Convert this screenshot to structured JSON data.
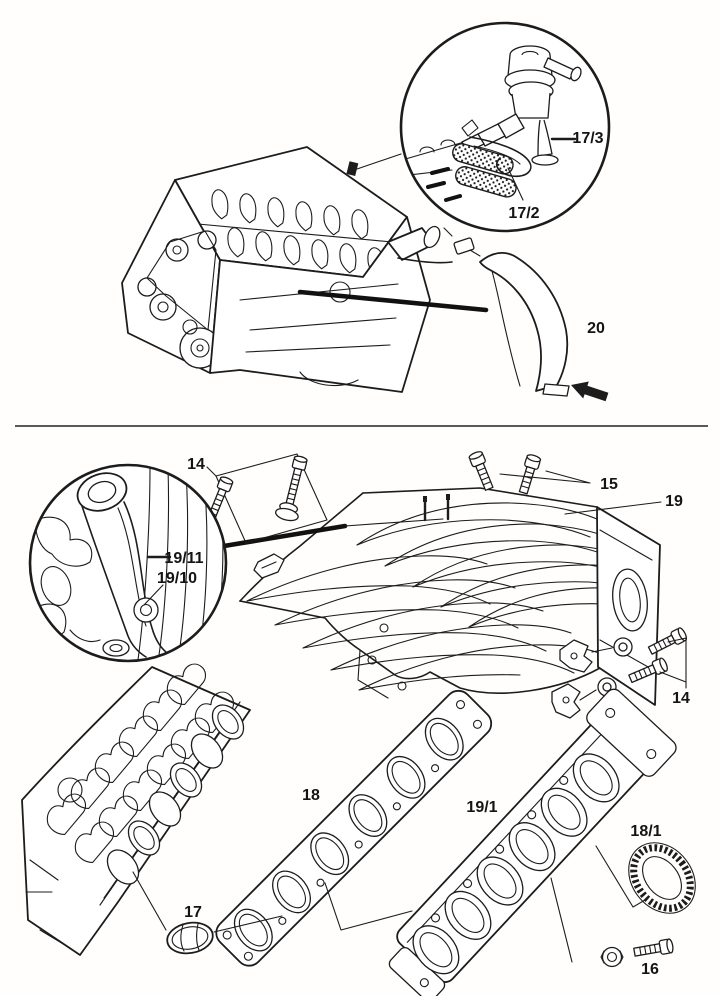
{
  "figure": {
    "type": "exploded-parts-diagram",
    "background_color": "#ffffff",
    "ink_color": "#1c1c1c",
    "sections": [
      "engine-with-fuel-regulator-detail",
      "intake-manifold-exploded-view"
    ]
  },
  "callouts": {
    "fuel_line": "17/3",
    "fuel_hose": "17/2",
    "air_guide": "20",
    "bracket_bolts_top": "14",
    "manifold_bolts": "15",
    "intake_manifold": "19",
    "support_upper": "19/11",
    "support_lower": "19/10",
    "side_bolts": "14",
    "gasket": "18",
    "lower_flange": "19/1",
    "seal_ring": "18/1",
    "sealing_cap": "17",
    "flange_bolt": "16"
  }
}
